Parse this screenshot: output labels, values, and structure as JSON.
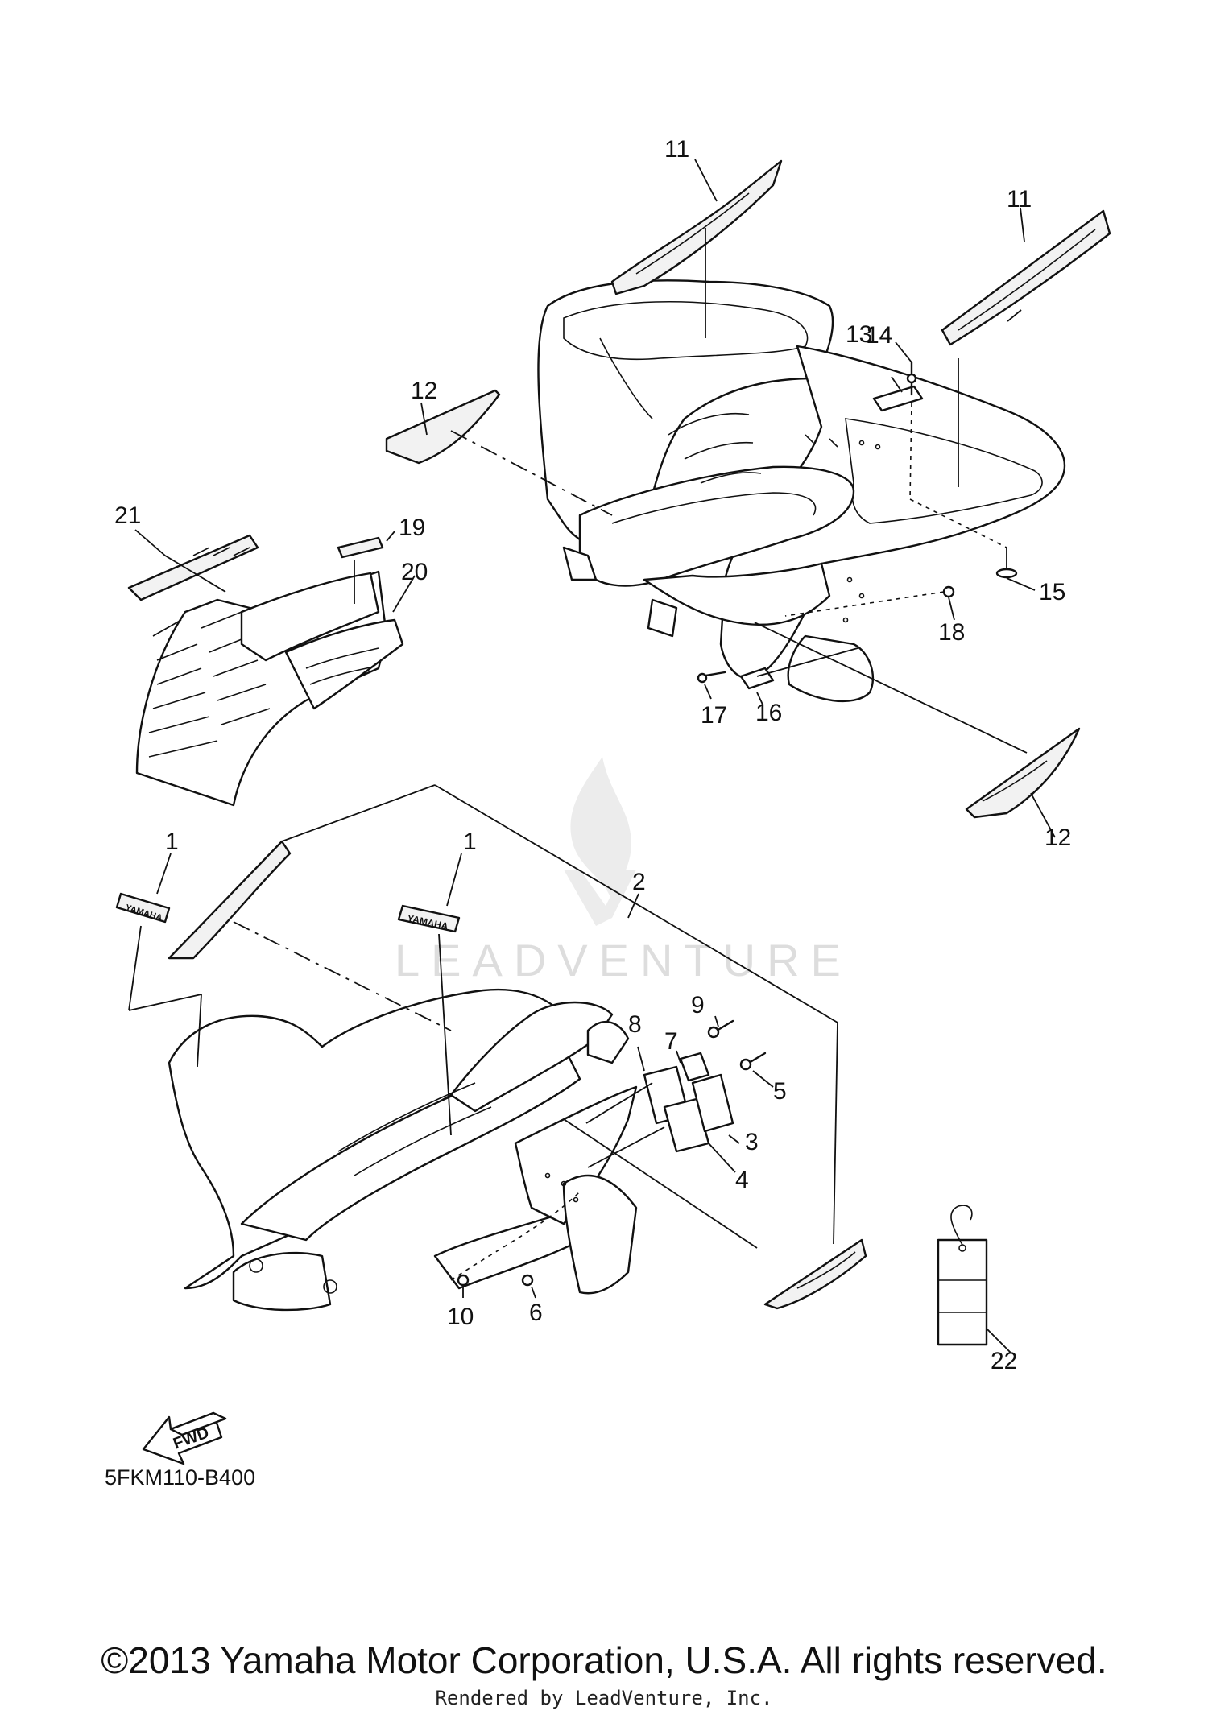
{
  "diagram_code": "5FKM110-B400",
  "copyright": "©2013 Yamaha Motor Corporation, U.S.A. All rights reserved.",
  "rendered_by": "Rendered by LeadVenture, Inc.",
  "watermark": "LEADVENTURE",
  "fwd_label": "FWD",
  "decal_text": "YAMAHA",
  "callouts": {
    "c1a": "1",
    "c1b": "1",
    "c2": "2",
    "c3": "3",
    "c4": "4",
    "c5": "5",
    "c6": "6",
    "c7": "7",
    "c8": "8",
    "c9": "9",
    "c10": "10",
    "c11a": "11",
    "c11b": "11",
    "c12a": "12",
    "c12b": "12",
    "c13": "13",
    "c14": "14",
    "c15": "15",
    "c16": "16",
    "c17": "17",
    "c18": "18",
    "c19": "19",
    "c20": "20",
    "c21": "21",
    "c22": "22"
  }
}
